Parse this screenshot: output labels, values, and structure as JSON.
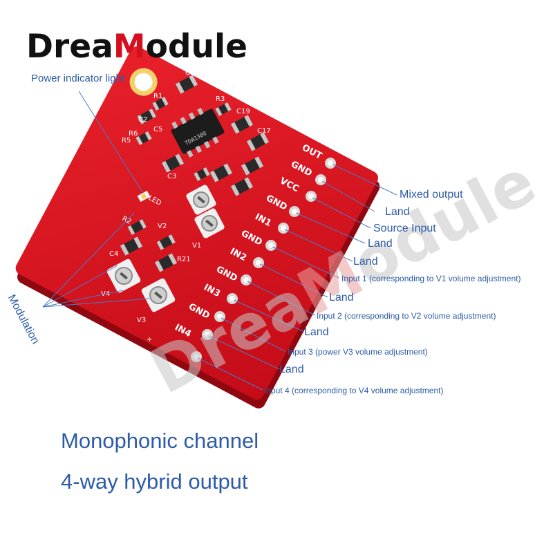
{
  "brand": {
    "prefix": "Drea",
    "accent": "M",
    "suffix": "odule"
  },
  "watermark": {
    "prefix": "Drea",
    "accent": "M",
    "suffix": "odule"
  },
  "annotations": {
    "power_indicator": "Power indicator light",
    "modulation": "Modulation",
    "mixed_output": "Mixed output",
    "land_1": "Land",
    "source_input": "Source Input",
    "land_2": "Land",
    "land_3": "Land",
    "input_1": "Input 1 (corresponding to V1 volume adjustment)",
    "land_4": "Land",
    "input_2": "Input 2 (corresponding to V2 volume adjustment)",
    "land_5": "Land",
    "input_3": "Input 3 (power V3 volume adjustment)",
    "land_6": "Land",
    "input_4": "Input 4 (corresponding to V4 volume adjustment)"
  },
  "pins": [
    "OUT",
    "GND",
    "VCC",
    "GND",
    "IN1",
    "GND",
    "IN2",
    "GND",
    "IN3",
    "GND",
    "IN4"
  ],
  "silkscreen": {
    "c1": "C1",
    "r1": "R1",
    "r3": "R3",
    "c19": "C19",
    "c17": "C17",
    "c2": "C2",
    "c5": "C5",
    "r6": "R6",
    "r5": "R5",
    "c3": "C3",
    "led": "LED",
    "r2": "R2",
    "r21": "R21",
    "v1": "V1",
    "v2": "V2",
    "v3": "V3",
    "v4": "V4",
    "c4": "C4",
    "plus": "+"
  },
  "chip_text": "TDA1308",
  "features": {
    "line1": "Monophonic channel",
    "line2": "4-way hybrid output"
  },
  "colors": {
    "board": "#d8101c",
    "board_edge": "#9e0a12",
    "label": "#2c5ba8",
    "brand_accent": "#d4101e"
  }
}
